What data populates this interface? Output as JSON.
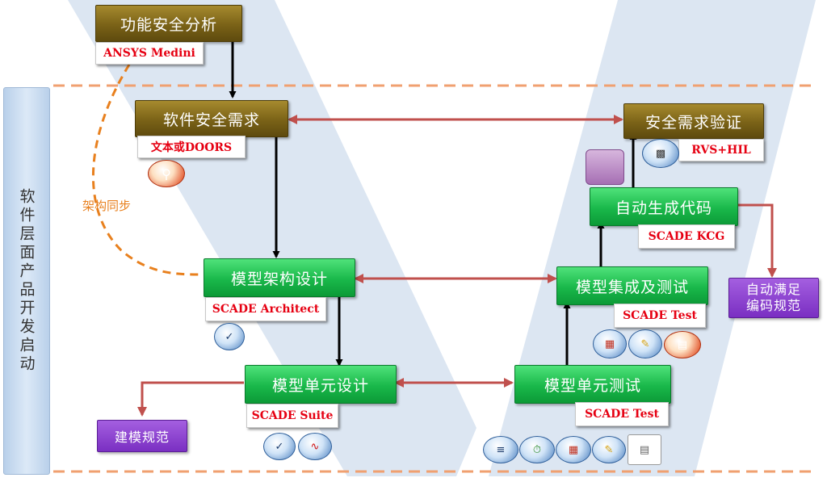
{
  "sidebar": {
    "label": "软件层面产品开发启动"
  },
  "sync_label": "架构同步",
  "nodes": {
    "functional_safety": {
      "label": "功能安全分析",
      "tool": "ANSYS Medini"
    },
    "software_requirements": {
      "label": "软件安全需求",
      "tool": "文本或DOORS"
    },
    "architecture_design": {
      "label": "模型架构设计",
      "tool": "SCADE Architect"
    },
    "unit_design": {
      "label": "模型单元设计",
      "tool": "SCADE Suite"
    },
    "unit_test": {
      "label": "模型单元测试",
      "tool": "SCADE Test"
    },
    "integration_test": {
      "label": "模型集成及测试",
      "tool": "SCADE Test"
    },
    "code_generation": {
      "label": "自动生成代码",
      "tool": "SCADE KCG"
    },
    "requirements_verification": {
      "label": "安全需求验证",
      "tool": "RVS+HIL"
    }
  },
  "outputs": {
    "modeling_standard": "建模规范",
    "coding_standard": "自动满足\n编码规范"
  },
  "colors": {
    "gold_node": "#7a6217",
    "green_node": "#19b84a",
    "purple_node": "#7a2fc2",
    "tool_text": "#e60012",
    "link_arrow": "#c0504d",
    "sync_line": "#e8801e",
    "v_shape": "#dce6f2"
  },
  "icons": [
    "magnifier-icon",
    "checkmark-icon",
    "waveform-icon",
    "hardware-board-icon",
    "database-cubes-icon",
    "test-report-icon",
    "document-icon"
  ]
}
